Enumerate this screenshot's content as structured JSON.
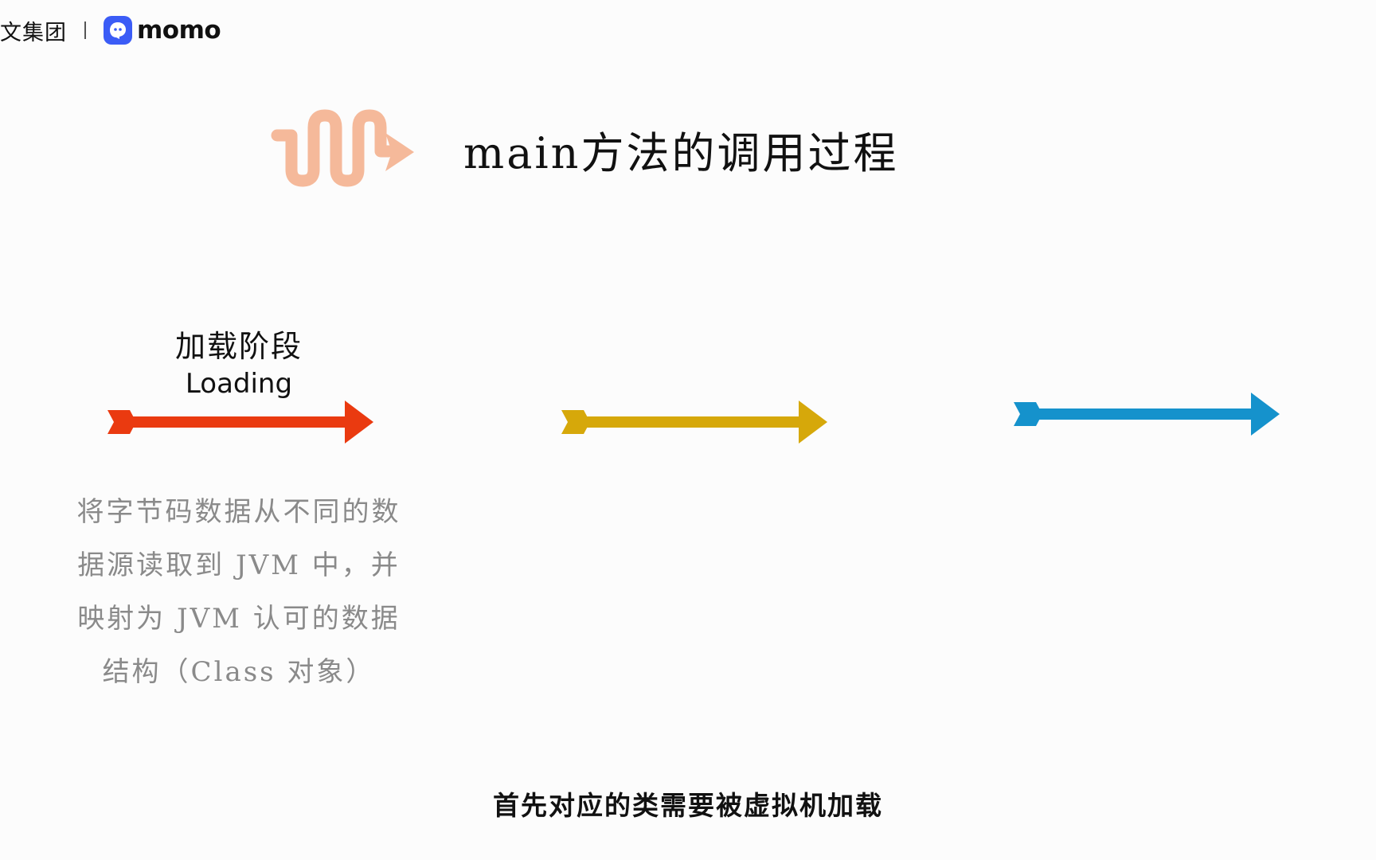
{
  "header": {
    "brand_prefix": "文集团",
    "brand_name": "momo",
    "logo_icon": "momo-logo-icon"
  },
  "slide": {
    "title": "main方法的调用过程",
    "title_icon": "wave-arrow-icon",
    "title_icon_color": "#f5b99a",
    "stages": [
      {
        "label_cn": "加载阶段",
        "label_en": "Loading",
        "arrow_color": "#ea3a10"
      },
      {
        "label_cn": "",
        "label_en": "",
        "arrow_color": "#d6a80a"
      },
      {
        "label_cn": "",
        "label_en": "",
        "arrow_color": "#1592cc"
      }
    ],
    "description_lines": [
      "将字节码数据从不同的数",
      "据源读取到 JVM 中，并",
      "映射为 JVM 认可的数据",
      "结构（Class 对象）"
    ]
  },
  "subtitle": "首先对应的类需要被虚拟机加载"
}
